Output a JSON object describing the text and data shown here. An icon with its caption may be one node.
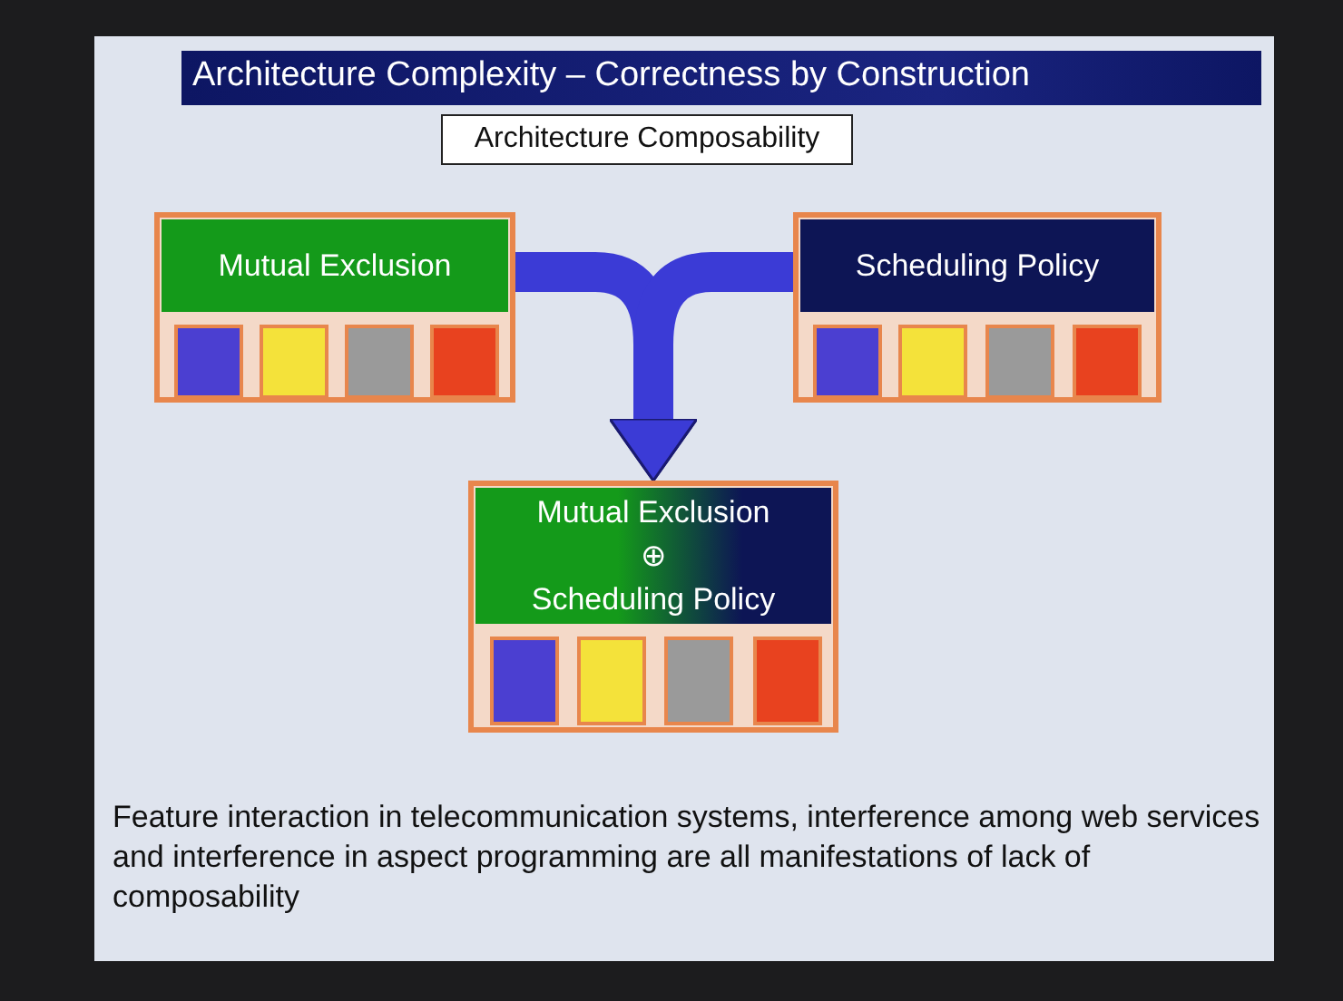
{
  "diagram": {
    "title": "Architecture Complexity – Correctness by Construction",
    "nodes": [
      {
        "text": [
          "Architecture Composability"
        ]
      },
      {
        "text": [
          "Mutual Exclusion"
        ]
      },
      {
        "text": [],
        "shape": "box",
        "in": 1
      },
      {
        "text": [],
        "shape": "box",
        "in": 1
      },
      {
        "text": [],
        "shape": "box",
        "in": 1
      },
      {
        "text": [],
        "shape": "box",
        "in": 1
      },
      {
        "text": [
          "Scheduling Policy"
        ]
      },
      {
        "text": [],
        "shape": "box",
        "in": 6
      },
      {
        "text": [],
        "shape": "box",
        "in": 6
      },
      {
        "text": [],
        "shape": "box",
        "in": 6
      },
      {
        "text": [],
        "shape": "box",
        "in": 6
      },
      {
        "text": [
          "Mutual Exclusion",
          "⊕",
          "Scheduling Policy"
        ]
      },
      {
        "text": [],
        "shape": "box",
        "in": 11
      },
      {
        "text": [],
        "shape": "box",
        "in": 11
      },
      {
        "text": [],
        "shape": "box",
        "in": 11
      },
      {
        "text": [],
        "shape": "box",
        "in": 11
      }
    ],
    "edges": [
      {
        "from": 1,
        "to": 11,
        "arrow": "to"
      },
      {
        "from": 6,
        "to": 11,
        "arrow": "to"
      }
    ],
    "labels": [
      "Feature interaction in telecommunication systems, interference among web services and interference in aspect programming are all manifestations of lack of composability"
    ]
  }
}
